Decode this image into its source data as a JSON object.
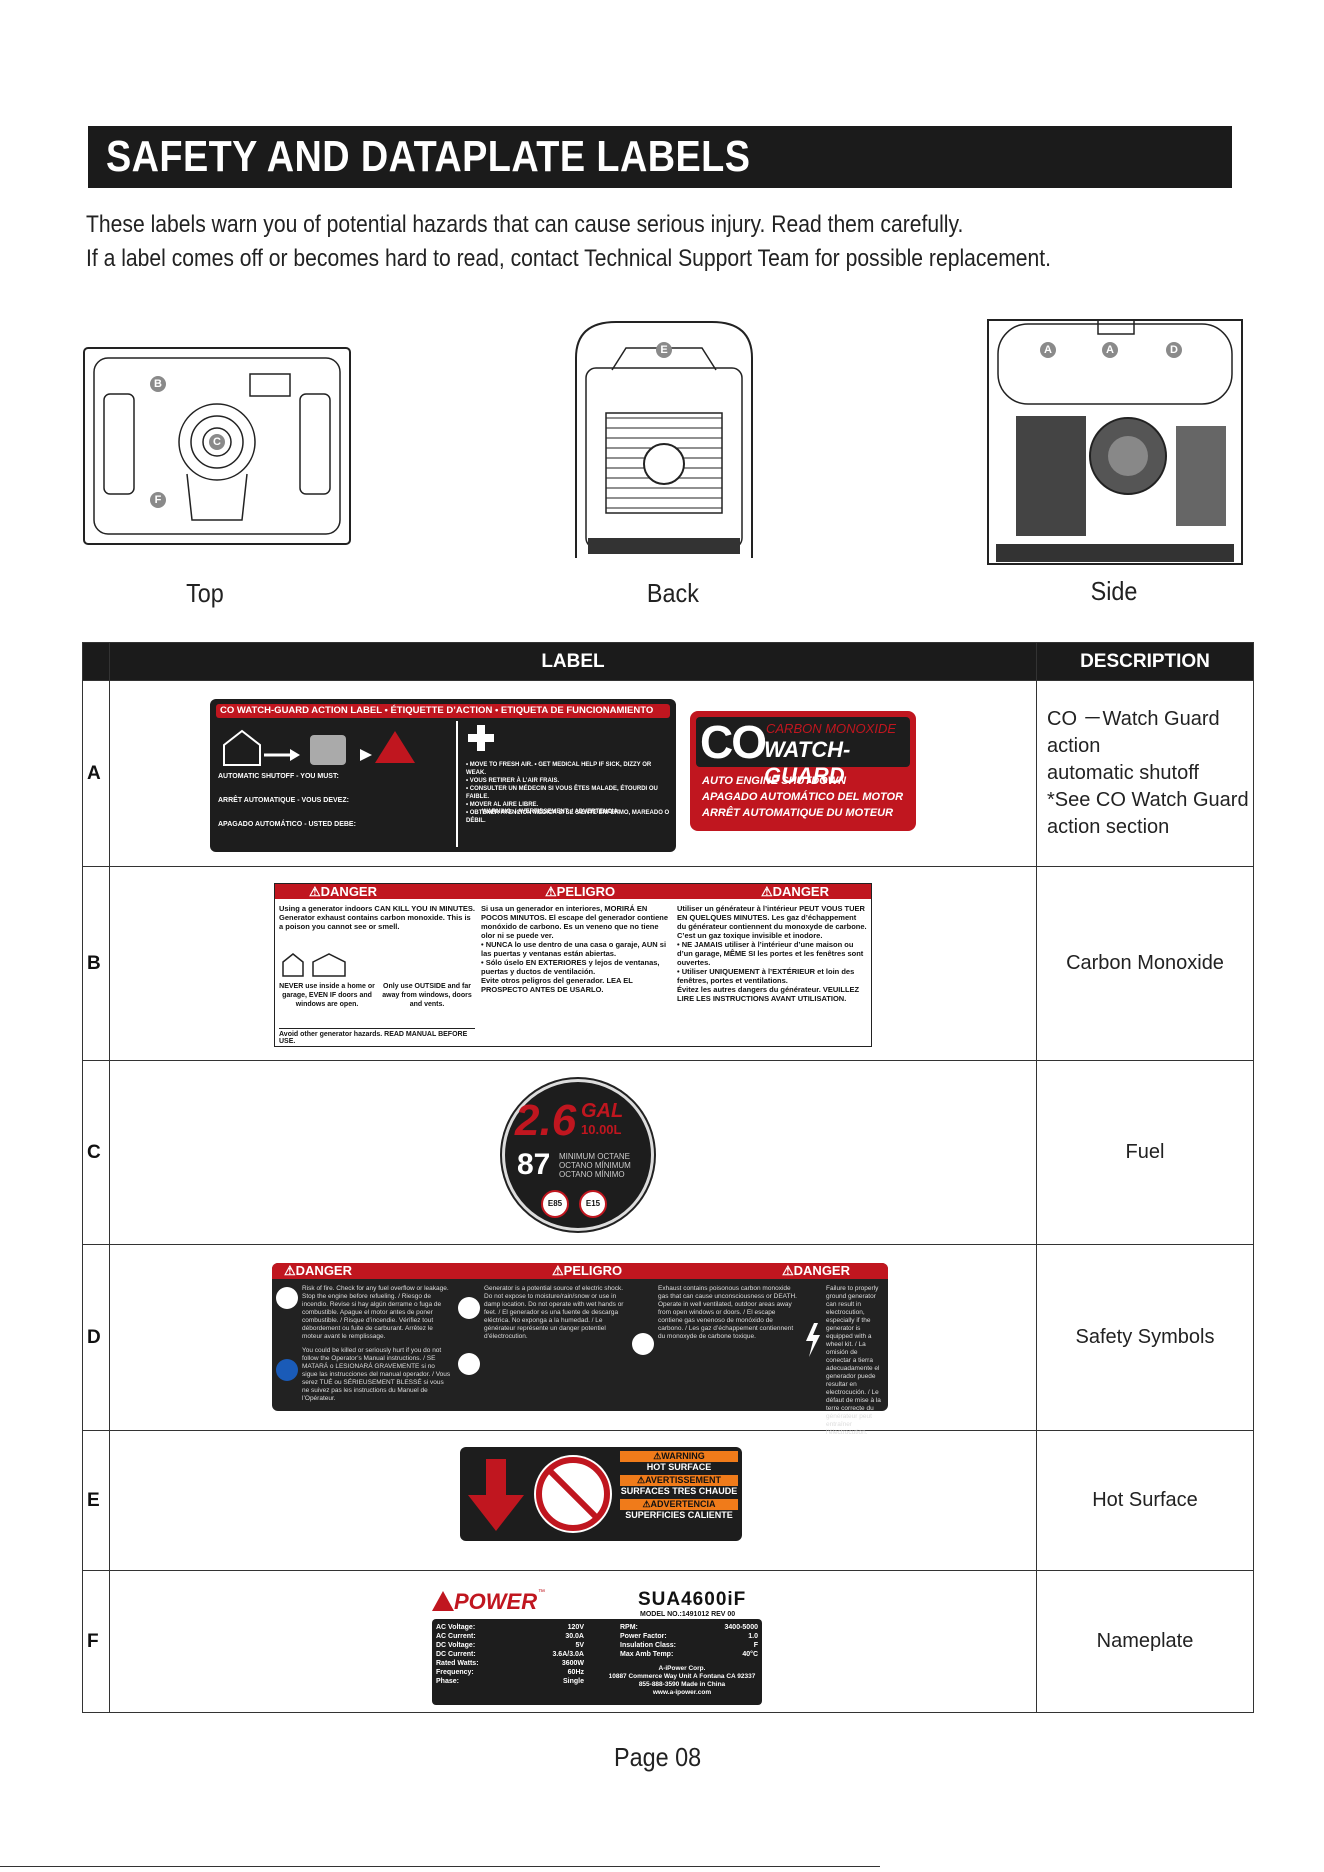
{
  "page": {
    "title": "SAFETY AND DATAPLATE LABELS",
    "intro_line1": "These labels warn you of potential hazards that can cause serious injury. Read them carefully.",
    "intro_line2": "If a label comes off or becomes hard to read, contact Technical Support Team for possible replacement.",
    "page_number": "Page 08"
  },
  "views": [
    {
      "caption": "Top",
      "markers": [
        "B",
        "C",
        "F"
      ]
    },
    {
      "caption": "Back",
      "markers": [
        "E"
      ]
    },
    {
      "caption": "Side",
      "markers": [
        "A",
        "A",
        "D"
      ]
    }
  ],
  "table": {
    "header_label": "LABEL",
    "header_description": "DESCRIPTION",
    "rows": [
      {
        "letter": "A",
        "description_1": "CO －Watch Guard action",
        "description_2": "automatic shutoff",
        "description_3": "*See CO Watch Guard",
        "description_4": "action section"
      },
      {
        "letter": "B",
        "description": "Carbon Monoxide"
      },
      {
        "letter": "C",
        "description": "Fuel"
      },
      {
        "letter": "D",
        "description": "Safety Symbols"
      },
      {
        "letter": "E",
        "description": "Hot Surface"
      },
      {
        "letter": "F",
        "description": "Nameplate"
      }
    ]
  },
  "label_a": {
    "header": "CO WATCH-GUARD ACTION LABEL • ÉTIQUETTE D’ACTION • ETIQUETA DE FUNCIONAMIENTO",
    "en_title": "AUTOMATIC SHUTOFF - YOU MUST:",
    "fr_title": "ARRÊT AUTOMATIQUE - VOUS DEVEZ:",
    "es_title": "APAGADO AUTOMÁTICO - USTED DEBE:",
    "right_1": "• MOVE TO FRESH AIR.  • GET MEDICAL HELP IF SICK, DIZZY OR WEAK.",
    "right_2": "• VOUS RETIRER À L’AIR FRAIS.",
    "right_3": "• CONSULTER UN MÉDECIN SI VOUS ÊTES MALADE, ÉTOURDI OU FAIBLE.",
    "right_4": "• MOVER AL AIRE LIBRE.",
    "right_5": "• OBTENER ATENCIÓN MÉDICA SI SE SIENTE ENFERMO, MAREADO O DÉBIL.",
    "warning": "WARNING: / AVERTISSEMENT: / ADVERTENCIA:",
    "badge_co": "CO",
    "badge_sub": "CARBON MONOXIDE",
    "badge_name": "WATCH-GUARD",
    "badge_en": "AUTO ENGINE SHUTDOWN",
    "badge_es": "APAGADO AUTOMÁTICO DEL MOTOR",
    "badge_fr": "ARRÊT AUTOMATIQUE DU MOTEUR"
  },
  "label_b": {
    "danger": "⚠DANGER",
    "peligro": "⚠PELIGRO",
    "col1": "Using a generator indoors CAN KILL YOU IN MINUTES. Generator exhaust contains carbon monoxide. This is a poison you cannot see or smell.",
    "never": "NEVER use inside a home or garage, EVEN IF doors and windows are open.",
    "only": "Only use OUTSIDE and far away from windows, doors and vents.",
    "avoid": "Avoid other generator hazards. READ MANUAL BEFORE USE.",
    "col2": "Si usa un generador en interiores, MORIRÁ EN POCOS MINUTOS. El escape del generador contiene monóxido de carbono. Es un veneno que no tiene olor ni se puede ver.",
    "col2b": "• NUNCA lo use dentro de una casa o garaje, AUN si las puertas y ventanas están abiertas.",
    "col2c": "• Sólo úselo EN EXTERIORES y lejos de ventanas, puertas y ductos de ventilación.",
    "col2d": "Evite otros peligros del generador. LEA EL PROSPECTO ANTES DE USARLO.",
    "col3": "Utiliser un générateur à l’intérieur PEUT VOUS TUER EN QUELQUES MINUTES. Les gaz d’échappement du générateur contiennent du monoxyde de carbone. C’est un gaz toxique invisible et inodore.",
    "col3b": "• NE JAMAIS utiliser à l’intérieur d’une maison ou d’un garage, MÊME SI les portes et les fenêtres sont ouvertes.",
    "col3c": "• Utiliser UNIQUEMENT à l’EXTÉRIEUR et loin des fenêtres, portes et ventilations.",
    "col3d": "Évitez les autres dangers du générateur. VEUILLEZ LIRE LES INSTRUCTIONS AVANT UTILISATION."
  },
  "label_c": {
    "capacity": "2.6",
    "gal": "GAL",
    "liters": "10.00L",
    "octane": "87",
    "oct_en": "MINIMUM OCTANE",
    "oct_fr": "OCTANO MÍNIMUM",
    "oct_es": "OCTANO MÍNIMO",
    "e85": "E85",
    "e15": "E15"
  },
  "label_d": {
    "danger": "⚠DANGER",
    "peligro": "⚠PELIGRO",
    "c1": "Risk of fire. Check for any fuel overflow or leakage. Stop the engine before refueling. / Riesgo de incendio. Revise si hay algún derrame o fuga de combustible. Apague el motor antes de poner combustible. / Risque d’incendie. Vérifiez tout débordement ou fuite de carburant. Arrêtez le moteur avant le remplissage.",
    "c1b": "You could be killed or seriously hurt if you do not follow the Operator’s Manual instructions. / SE MATARÁ o LESIONARÁ GRAVEMENTE si no sigue las instrucciones del manual operador. / Vous serez TUÉ ou SÉRIEUSEMENT BLESSÉ si vous ne suivez pas les instructions du Manuel de l’Opérateur.",
    "c2": "Generator is a potential source of electric shock. Do not expose to moisture/rain/snow or use in damp location. Do not operate with wet hands or feet. / El generador es una fuente de descarga eléctrica. No exponga a la humedad. / Le générateur représente un danger potentiel d’électrocution.",
    "c3": "Exhaust contains poisonous carbon monoxide gas that can cause unconsciousness or DEATH. Operate in well ventilated, outdoor areas away from open windows or doors. / El escape contiene gas venenoso de monóxido de carbono. / Les gaz d’échappement contiennent du monoxyde de carbone toxique.",
    "c4": "Failure to properly ground generator can result in electrocution, especially if the generator is equipped with a wheel kit. / La omisión de conectar a tierra adecuadamente el generador puede resultar en electrocución. / Le défaut de mise à la terre correcte du générateur peut entraîner l’électrocution."
  },
  "label_e": {
    "warning": "⚠WARNING",
    "hot": "HOT SURFACE",
    "avert": "⚠AVERTISSEMENT",
    "chaude": "SURFACES TRES CHAUDE",
    "adv": "⚠ADVERTENCIA",
    "caliente": "SUPERFICIES CALIENTE"
  },
  "label_f": {
    "brand": "POWER",
    "tm": "™",
    "model": "SUA4600iF",
    "model_no": "MODEL NO.:1491012  REV 00",
    "left_keys": [
      "AC Voltage:",
      "AC Current:",
      "DC Voltage:",
      "DC Current:",
      "Rated Watts:",
      "Frequency:",
      "Phase:"
    ],
    "left_vals": [
      "120V",
      "30.0A",
      "5V",
      "3.6A/3.0A",
      "3600W",
      "60Hz",
      "Single"
    ],
    "right_keys": [
      "RPM:",
      "Power Factor:",
      "Insulation Class:",
      "Max Amb Temp:"
    ],
    "right_vals": [
      "3400-5000",
      "1.0",
      "F",
      "40°C"
    ],
    "company": "A-iPower Corp.",
    "address": "10887 Commerce Way Unit A Fontana CA 92337",
    "phone": "855-888-3590 Made in China",
    "web": "www.a-ipower.com"
  },
  "colors": {
    "title_bg": "#1b1b1b",
    "danger_red": "#c0161f",
    "warning_orange": "#f07b1a"
  }
}
